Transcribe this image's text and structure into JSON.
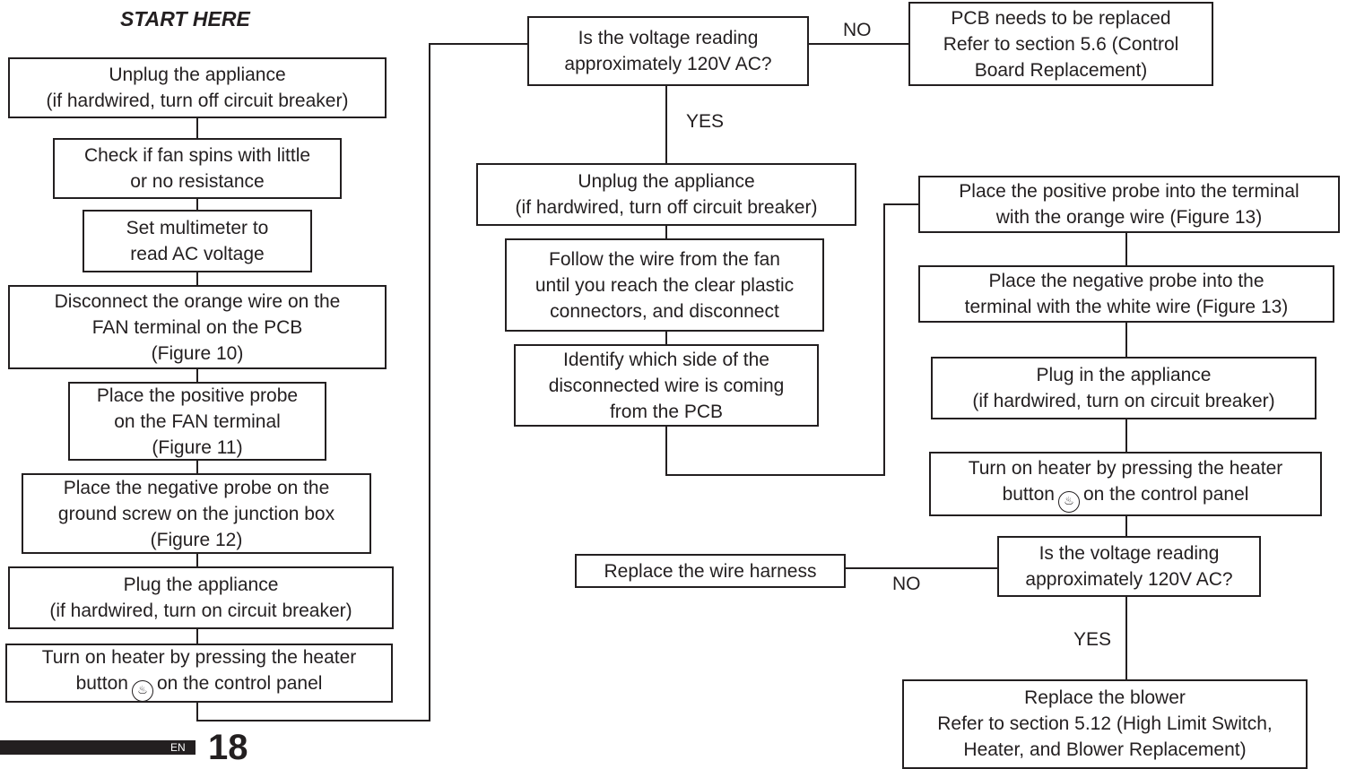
{
  "title": "START HERE",
  "left_steps": [
    [
      "Unplug the appliance",
      "(if hardwired, turn off circuit breaker)"
    ],
    [
      "Check if fan spins with little",
      "or no resistance"
    ],
    [
      "Set multimeter to",
      "read AC voltage"
    ],
    [
      "Disconnect the orange wire on the",
      "FAN terminal on the PCB",
      "(Figure 10)"
    ],
    [
      "Place the positive probe",
      "on the FAN terminal",
      "(Figure 11)"
    ],
    [
      "Place the negative probe on the",
      "ground screw on the junction box",
      "(Figure 12)"
    ],
    [
      "Plug the appliance",
      "(if hardwired, turn on circuit breaker)"
    ]
  ],
  "left_heater_step": {
    "before": "Turn on heater by pressing the heater",
    "button": "button",
    "after": "on the control panel",
    "icon": "heater-icon"
  },
  "decision_1": [
    "Is the voltage reading",
    "approximately 120V AC?"
  ],
  "replace_pcb": [
    "PCB needs to be replaced",
    "Refer to section 5.6 (Control",
    "Board Replacement)"
  ],
  "middle_steps": [
    [
      "Unplug the appliance",
      "(if hardwired, turn off circuit breaker)"
    ],
    [
      "Follow the wire from the fan",
      "until you reach the clear plastic",
      "connectors, and disconnect"
    ],
    [
      "Identify which side of the",
      "disconnected wire is coming",
      "from the PCB"
    ]
  ],
  "right_steps": [
    [
      "Place the positive probe into the terminal",
      "with the orange wire (Figure 13)"
    ],
    [
      "Place the negative probe into the",
      "terminal with the white wire (Figure 13)"
    ],
    [
      "Plug in the appliance",
      "(if hardwired, turn on circuit breaker)"
    ]
  ],
  "right_heater_step": {
    "before": "Turn on heater by pressing the heater",
    "button": "button",
    "after": "on the control panel",
    "icon": "heater-icon"
  },
  "decision_2": [
    "Is the voltage reading",
    "approximately 120V AC?"
  ],
  "replace_harness": "Replace the wire harness",
  "replace_blower": [
    "Replace the blower",
    "Refer to section 5.12 (High Limit Switch,",
    "Heater, and Blower Replacement)"
  ],
  "labels": {
    "no_1": "NO",
    "yes_1": "YES",
    "no_2": "NO",
    "yes_2": "YES"
  },
  "footer": {
    "lang": "EN",
    "page": "18"
  }
}
